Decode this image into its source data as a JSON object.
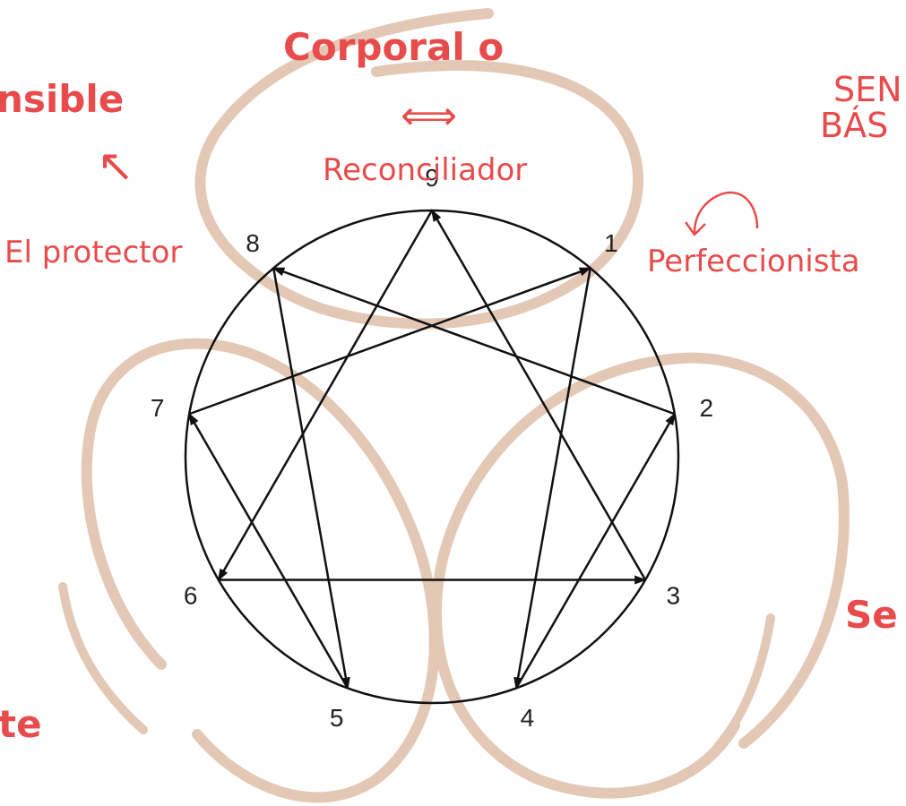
{
  "texts": {
    "center_body_title_line1": "Corporal o",
    "center_body_title_line2": "nsible",
    "sen_line1": "SEN",
    "sen_line2": "BÁS",
    "se_partial": "Se",
    "te_partial": "te",
    "reconciliador": "Reconciliador",
    "el_protector": "El protector",
    "perfeccionista": "Perfeccionista",
    "double_arrow": "⟺",
    "diag_arrow": "↖"
  },
  "enneagram_points": [
    {
      "number": "9"
    },
    {
      "number": "1"
    },
    {
      "number": "2"
    },
    {
      "number": "3"
    },
    {
      "number": "4"
    },
    {
      "number": "5"
    },
    {
      "number": "6"
    },
    {
      "number": "7"
    },
    {
      "number": "8"
    }
  ],
  "colors": {
    "accent": "#e84b4b",
    "ring": "#e4c8b6",
    "line": "#111111"
  }
}
